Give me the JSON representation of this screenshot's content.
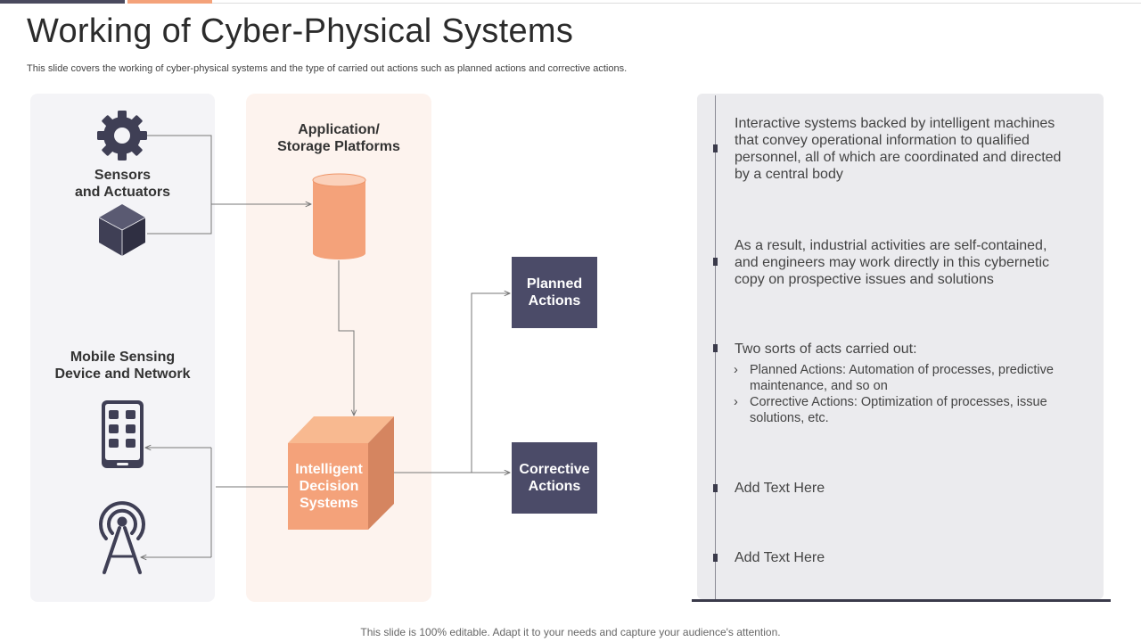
{
  "slide": {
    "title": "Working of Cyber-Physical Systems",
    "subtitle": "This slide covers the working of cyber-physical systems and the type of carried out actions such as planned actions and corrective actions.",
    "footer": "This slide is 100% editable. Adapt it to your needs and capture your audience's attention."
  },
  "diagram": {
    "sensors_line1": "Sensors",
    "sensors_line2": "and Actuators",
    "mobile_line1": "Mobile Sensing",
    "mobile_line2": "Device and Network",
    "platform_line1": "Application/",
    "platform_line2": "Storage Platforms",
    "ids_line1": "Intelligent",
    "ids_line2": "Decision",
    "ids_line3": "Systems",
    "planned_line1": "Planned",
    "planned_line2": "Actions",
    "corrective_line1": "Corrective",
    "corrective_line2": "Actions"
  },
  "notes": {
    "item1": "Interactive systems backed by intelligent machines that convey operational information to qualified personnel, all of which are coordinated and directed by a central body",
    "item2": "As a result, industrial activities are self-contained, and engineers may work directly in this cybernetic copy on prospective issues and solutions",
    "item3": "Two sorts of acts carried out:",
    "bullet1": "Planned Actions: Automation of processes, predictive maintenance, and so on",
    "bullet2": "Corrective Actions: Optimization of processes, issue solutions, etc.",
    "item4": "Add Text Here",
    "item5": "Add Text Here"
  },
  "colors": {
    "dark": "#4b4b68",
    "orange": "#f4a27a",
    "panel_left": "#f4f4f7",
    "panel_mid": "#fdf3ee",
    "panel_right": "#ebebee"
  }
}
